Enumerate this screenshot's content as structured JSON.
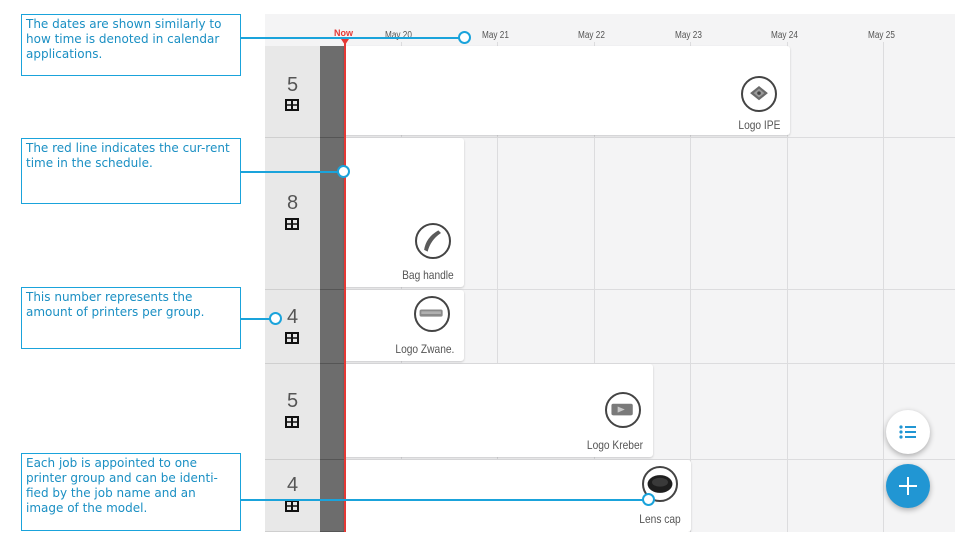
{
  "timeline": {
    "now_label": "Now",
    "dates": [
      "May 20",
      "May 21",
      "May 22",
      "May 23",
      "May 24",
      "May 25"
    ]
  },
  "groups": [
    {
      "printer_count": "5",
      "icon": "printer-group-icon",
      "job": {
        "name": "Logo IPE",
        "thumb": "logo-ipe-model"
      }
    },
    {
      "printer_count": "8",
      "icon": "printer-group-icon",
      "job": {
        "name": "Bag handle",
        "thumb": "bag-handle-model"
      }
    },
    {
      "printer_count": "4",
      "icon": "printer-group-icon",
      "job": {
        "name": "Logo Zwane.",
        "thumb": "logo-zwane-model"
      }
    },
    {
      "printer_count": "5",
      "icon": "printer-group-icon",
      "job": {
        "name": "Logo Kreber",
        "thumb": "logo-kreber-model"
      }
    },
    {
      "printer_count": "4",
      "icon": "printer-group-icon",
      "job": {
        "name": "Lens cap",
        "thumb": "lens-cap-model"
      }
    }
  ],
  "fabs": {
    "list_icon": "list-icon",
    "add_icon": "plus-icon"
  },
  "annotations": [
    "The dates are shown similarly to how time is denoted in calendar applications.",
    "The red line indicates the cur-rent time in the schedule.",
    "This number represents the amount of printers per group.",
    "Each job is appointed to one printer group and can be identi-fied by the job name and an image of the model."
  ],
  "colors": {
    "now_red": "#e53935",
    "accent_blue": "#2196d3",
    "annotation_blue": "#1aa3db"
  }
}
